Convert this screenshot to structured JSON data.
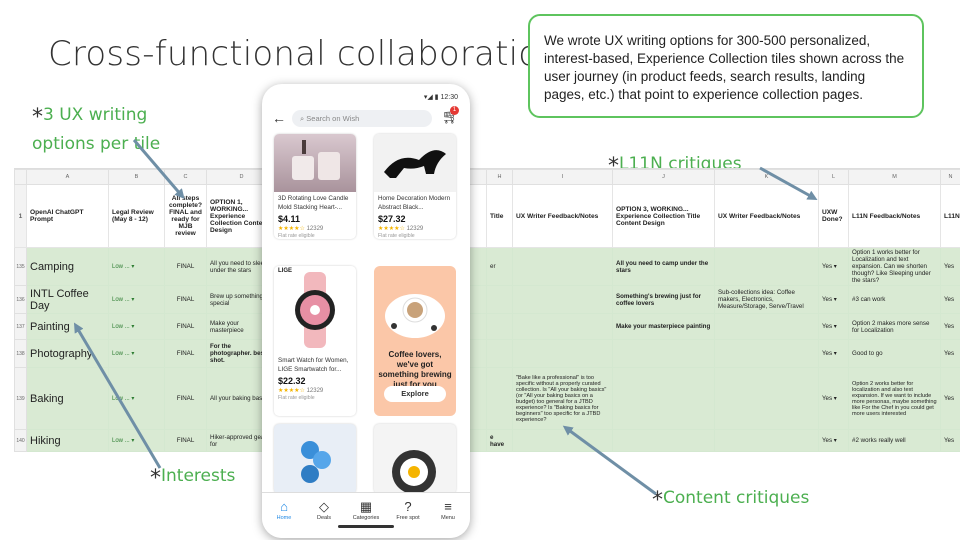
{
  "slide": {
    "title": "Cross-functional collaboration",
    "callout": "We wrote UX writing options for 300-500 personalized, interest-based, Experience Collection tiles shown across the user journey (in product feeds, search results, landing pages, etc.) that point to experience collection pages.",
    "annotations": {
      "ux_options": "3 UX writing options per tile",
      "l11n": "L11N critiques",
      "interests": "Interests",
      "content": "Content critiques"
    },
    "star": "*"
  },
  "colors": {
    "accent_green": "#4caf50",
    "row_green": "#d9ead3",
    "arrow": "#6f8fa6"
  },
  "sheet": {
    "col_letters": [
      "A",
      "B",
      "C",
      "D",
      "",
      "H",
      "I",
      "J",
      "K",
      "L",
      "M",
      "N"
    ],
    "headers": [
      "OpenAI ChatGPT Prompt",
      "Legal Review (May 8 - 12)",
      "All steps complete? FINAL and ready for MJB review",
      "OPTION 1, WORKING... Experience Collection Content Design",
      "",
      "Title",
      "UX Writer Feedback/Notes",
      "OPTION 3, WORKING... Experience Collection Title Content Design",
      "UX Writer Feedback/Notes",
      "UXW Done?",
      "L11N Feedback/Notes",
      "L11N"
    ],
    "header_rownum": "1",
    "rows": [
      {
        "num": "135",
        "prompt": "Camping",
        "legal": "Low ... ▾",
        "status": "FINAL",
        "opt1": "All you need to sleep under the stars",
        "title": "er",
        "uxnote": "",
        "opt3": "All you need to camp under the stars",
        "uxnote2": "",
        "done": "Yes ▾",
        "l11n": "Option 1 works better for Localization and text expansion. Can we shorten though? Like Sleeping under the stars?",
        "l11n_short": "Yes"
      },
      {
        "num": "136",
        "prompt": "INTL Coffee Day",
        "legal": "Low ... ▾",
        "status": "FINAL",
        "opt1": "Brew up something special",
        "title": "",
        "uxnote": "",
        "opt3": "Something's brewing just for coffee lovers",
        "uxnote2": "Sub-collections idea: Coffee makers, Electronics, Measure/Storage, Serve/Travel",
        "done": "Yes ▾",
        "l11n": "#3 can work",
        "l11n_short": "Yes"
      },
      {
        "num": "137",
        "prompt": "Painting",
        "legal": "Low ... ▾",
        "status": "FINAL",
        "opt1": "Make your masterpiece",
        "title": "",
        "uxnote": "",
        "opt3": "Make your masterpiece painting",
        "uxnote2": "",
        "done": "Yes ▾",
        "l11n": "Option 2 makes more sense for Localization",
        "l11n_short": "Yes"
      },
      {
        "num": "138",
        "prompt": "Photography",
        "legal": "Low ... ▾",
        "status": "FINAL",
        "opt1": "For the photographer. best shot.",
        "title": "",
        "uxnote": "",
        "opt3": "",
        "uxnote2": "",
        "done": "Yes ▾",
        "l11n": "Good to go",
        "l11n_short": "Yes"
      },
      {
        "num": "139",
        "prompt": "Baking",
        "legal": "Low ... ▾",
        "status": "FINAL",
        "opt1": "All your baking basics",
        "title": "",
        "uxnote": "\"Bake like a professional\" is too specific without a properly curated collection. Is \"All your baking basics\" (or \"All your baking basics on a budget) too general for a JTBD experience? Is \"Baking basics for beginners\" too specific for a JTBD experience?",
        "opt3": "",
        "uxnote2": "",
        "done": "Yes ▾",
        "l11n": "Option 2 works better for localization and also text expansion. If we want to include more personas, maybe something like For the Chef in you could get more users interested",
        "l11n_short": "Yes"
      },
      {
        "num": "140",
        "prompt": "Hiking",
        "legal": "Low ... ▾",
        "status": "FINAL",
        "opt1": "Hiker-approved gear for",
        "title": "e have",
        "uxnote": "",
        "opt3": "",
        "uxnote2": "",
        "done": "Yes ▾",
        "l11n": "#2 works really well",
        "l11n_short": "Yes"
      }
    ]
  },
  "phone": {
    "status_time": "12:30",
    "status_icons": "▾◢ ▮",
    "search_placeholder": "Search on Wish",
    "cart_count": "1",
    "products": [
      {
        "name": "3D Rotating Love Candle Mold Stacking Heart-...",
        "price": "$4.11",
        "stars": "★★★★☆",
        "count": "12329",
        "ship": "Flat rate eligible"
      },
      {
        "name": "Home Decoration Modern Abstract Black...",
        "price": "$27.32",
        "stars": "★★★★☆",
        "count": "12329",
        "ship": "Flat rate eligible"
      },
      {
        "name": "Smart Watch for Women, LIGE Smartwatch for...",
        "price": "$22.32",
        "stars": "★★★★☆",
        "count": "12329",
        "ship": "Flat rate eligible",
        "brand": "LIGE"
      }
    ],
    "promo": {
      "text": "Coffee lovers, we've got something brewing just for you",
      "button": "Explore"
    },
    "nav": [
      "Home",
      "Deals",
      "Categories",
      "Free spot",
      "Menu"
    ]
  }
}
